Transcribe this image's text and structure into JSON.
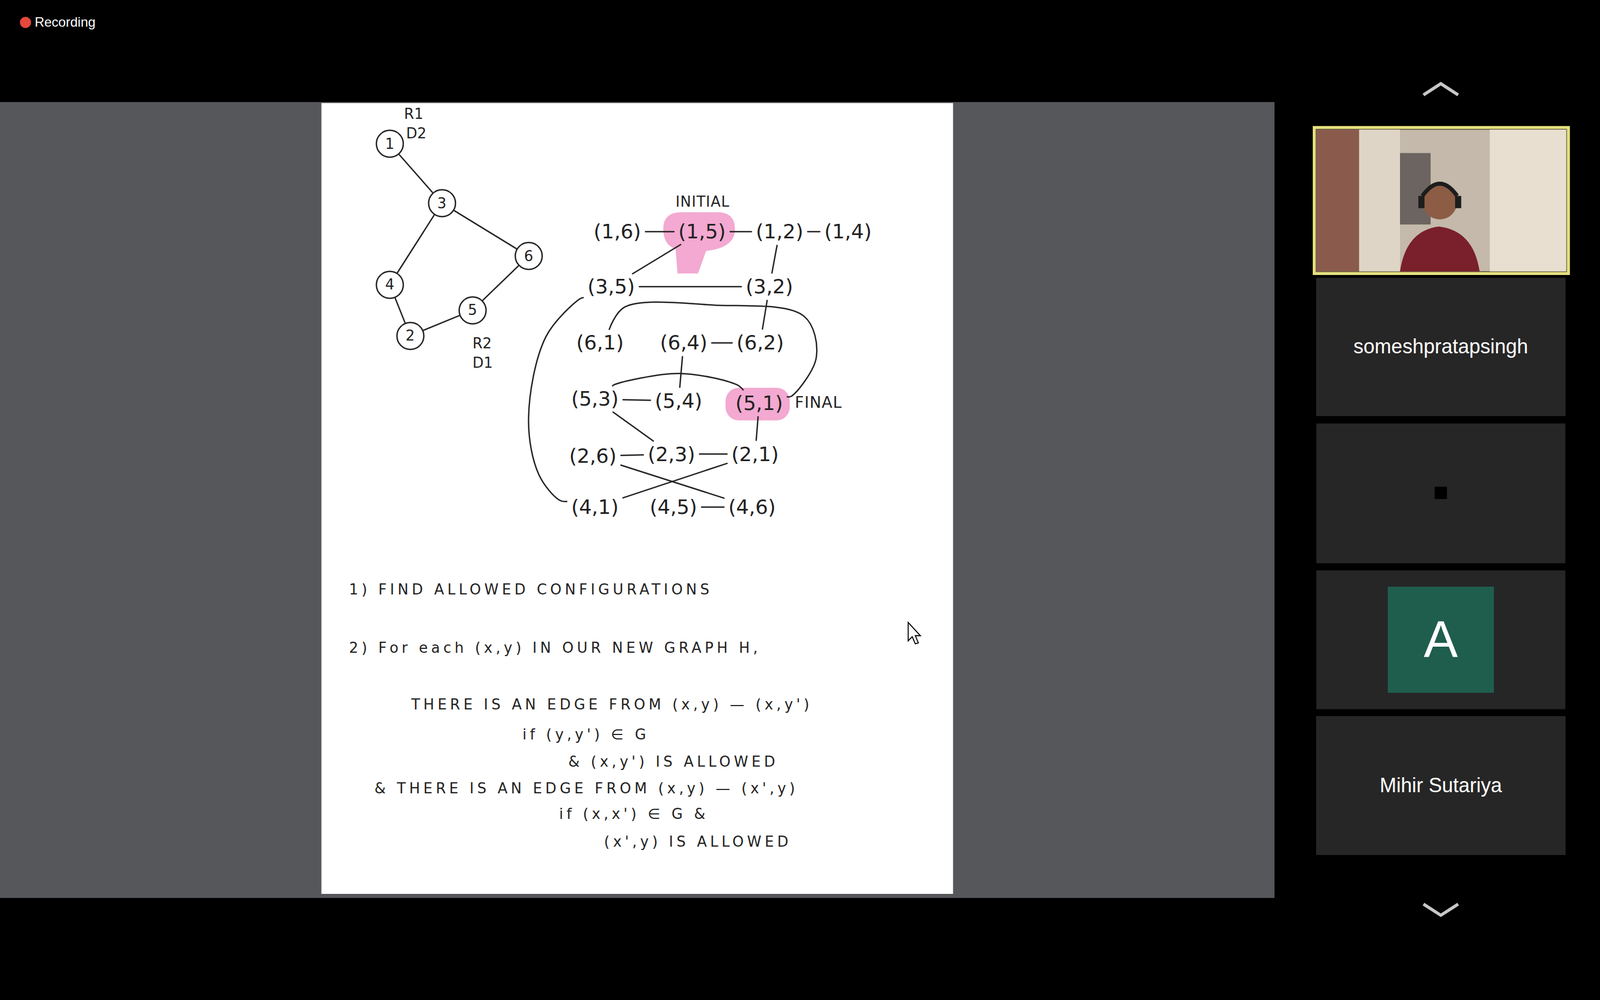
{
  "diagram": {
    "nodes": [
      {
        "text": [
          "1"
        ]
      },
      {
        "text": [
          "3"
        ]
      },
      {
        "text": [
          "6"
        ]
      },
      {
        "text": [
          "4"
        ]
      },
      {
        "text": [
          "5"
        ]
      },
      {
        "text": [
          "2"
        ]
      },
      {
        "text": [
          "(1,6)"
        ]
      },
      {
        "text": [
          "(1,5)"
        ]
      },
      {
        "text": [
          "(1,2)"
        ]
      },
      {
        "text": [
          "(1,4)"
        ]
      },
      {
        "text": [
          "(3,5)"
        ]
      },
      {
        "text": [
          "(3,2)"
        ]
      },
      {
        "text": [
          "(6,1)"
        ]
      },
      {
        "text": [
          "(6,4)"
        ]
      },
      {
        "text": [
          "(6,2)"
        ]
      },
      {
        "text": [
          "(5,3)"
        ]
      },
      {
        "text": [
          "(5,4)"
        ]
      },
      {
        "text": [
          "(5,1)"
        ]
      },
      {
        "text": [
          "(2,6)"
        ]
      },
      {
        "text": [
          "(2,3)"
        ]
      },
      {
        "text": [
          "(2,1)"
        ]
      },
      {
        "text": [
          "(4,1)"
        ]
      },
      {
        "text": [
          "(4,5)"
        ]
      },
      {
        "text": [
          "(4,6)"
        ]
      },
      {
        "text": [
          "someshpratapsingh"
        ]
      },
      {
        "text": [
          "A"
        ]
      },
      {
        "text": [
          "Mihir Sutariya"
        ]
      }
    ],
    "edges": [
      {
        "from": 0,
        "to": 1,
        "arrow": "none"
      },
      {
        "from": 1,
        "to": 3,
        "arrow": "none"
      },
      {
        "from": 1,
        "to": 2,
        "arrow": "none"
      },
      {
        "from": 3,
        "to": 5,
        "arrow": "none"
      },
      {
        "from": 5,
        "to": 4,
        "arrow": "none"
      },
      {
        "from": 4,
        "to": 2,
        "arrow": "none"
      },
      {
        "from": 6,
        "to": 7,
        "arrow": "none"
      },
      {
        "from": 7,
        "to": 8,
        "arrow": "none"
      },
      {
        "from": 8,
        "to": 9,
        "arrow": "none"
      },
      {
        "from": 7,
        "to": 10,
        "arrow": "none"
      },
      {
        "from": 8,
        "to": 11,
        "arrow": "none"
      },
      {
        "from": 10,
        "to": 11,
        "arrow": "none"
      },
      {
        "from": 11,
        "to": 14,
        "arrow": "none"
      },
      {
        "from": 13,
        "to": 14,
        "arrow": "none"
      },
      {
        "from": 12,
        "to": 17,
        "arrow": "none"
      },
      {
        "from": 13,
        "to": 16,
        "arrow": "none"
      },
      {
        "from": 15,
        "to": 16,
        "arrow": "none"
      },
      {
        "from": 15,
        "to": 17,
        "arrow": "none"
      },
      {
        "from": 15,
        "to": 19,
        "arrow": "none"
      },
      {
        "from": 17,
        "to": 20,
        "arrow": "none"
      },
      {
        "from": 18,
        "to": 19,
        "arrow": "none"
      },
      {
        "from": 19,
        "to": 20,
        "arrow": "none"
      },
      {
        "from": 18,
        "to": 23,
        "arrow": "none"
      },
      {
        "from": 20,
        "to": 21,
        "arrow": "none"
      },
      {
        "from": 22,
        "to": 23,
        "arrow": "none"
      },
      {
        "from": 10,
        "to": 21,
        "arrow": "none"
      }
    ],
    "labels": [
      "Recording",
      "R1",
      "D2",
      "R2",
      "D1",
      "INITIAL",
      "FINAL",
      "1) FIND ALLOWED CONFIGURATIONS",
      "2) For each (x,y) IN OUR NEW GRAPH H,",
      "THERE IS AN EDGE FROM (x,y) — (x,y')",
      "if (y,y') ∈ G",
      "& (x,y') IS ALLOWED",
      "& THERE IS AN EDGE FROM (x,y) — (x',y)",
      "if (x,x') ∈ G &",
      "(x',y) IS ALLOWED"
    ]
  }
}
